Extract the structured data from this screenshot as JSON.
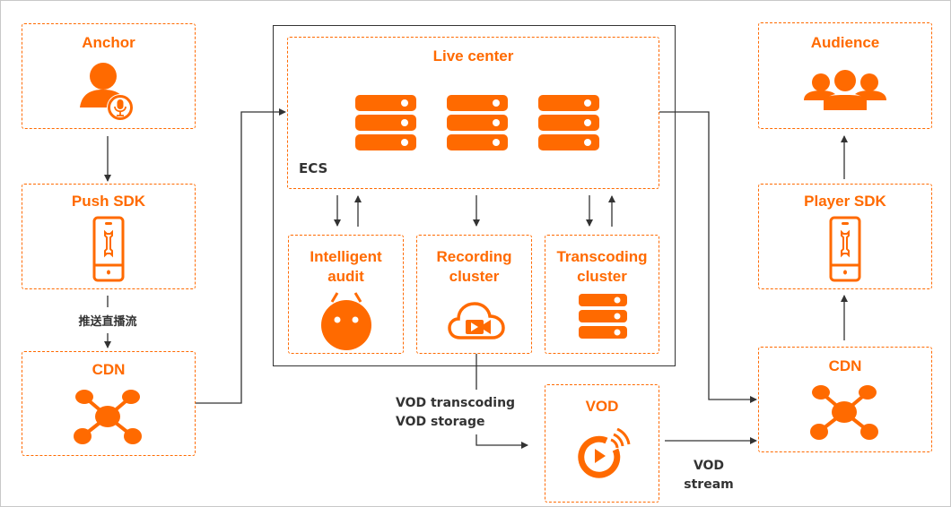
{
  "diagram": {
    "nodes": {
      "anchor": {
        "label": "Anchor",
        "icon": "anchor-user-mic-icon"
      },
      "push_sdk": {
        "label": "Push SDK",
        "icon": "mobile-wrench-icon"
      },
      "cdn_left": {
        "label": "CDN",
        "icon": "network-hub-icon"
      },
      "live_center": {
        "label": "Live center",
        "sublabel": "ECS",
        "icon": "server-icon"
      },
      "intelligent_audit": {
        "label": "Intelligent audit",
        "line1": "Intelligent",
        "line2": "audit",
        "icon": "android-robot-icon"
      },
      "recording_cluster": {
        "label": "Recording cluster",
        "line1": "Recording",
        "line2": "cluster",
        "icon": "cloud-video-icon"
      },
      "transcoding_cluster": {
        "label": "Transcoding cluster",
        "line1": "Transcoding",
        "line2": "cluster",
        "icon": "server-icon"
      },
      "vod": {
        "label": "VOD",
        "icon": "vod-play-broadcast-icon"
      },
      "audience": {
        "label": "Audience",
        "icon": "users-group-icon"
      },
      "player_sdk": {
        "label": "Player SDK",
        "icon": "mobile-wrench-icon"
      },
      "cdn_right": {
        "label": "CDN",
        "icon": "network-hub-icon"
      }
    },
    "edge_labels": {
      "push_stream": "推送直播流",
      "vod_transcoding": "VOD transcoding",
      "vod_storage": "VOD storage",
      "vod_stream_1": "VOD",
      "vod_stream_2": "stream"
    },
    "edges": [
      {
        "from": "anchor",
        "to": "push_sdk"
      },
      {
        "from": "push_sdk",
        "to": "cdn_left",
        "label": "推送直播流"
      },
      {
        "from": "cdn_left",
        "to": "live_center"
      },
      {
        "from": "live_center",
        "to": "intelligent_audit"
      },
      {
        "from": "intelligent_audit",
        "to": "live_center"
      },
      {
        "from": "live_center",
        "to": "recording_cluster"
      },
      {
        "from": "live_center",
        "to": "transcoding_cluster"
      },
      {
        "from": "transcoding_cluster",
        "to": "live_center"
      },
      {
        "from": "recording_cluster",
        "to": "vod",
        "label": "VOD transcoding / VOD storage"
      },
      {
        "from": "live_center",
        "to": "cdn_right"
      },
      {
        "from": "vod",
        "to": "cdn_right",
        "label": "VOD stream"
      },
      {
        "from": "cdn_right",
        "to": "player_sdk"
      },
      {
        "from": "player_sdk",
        "to": "audience"
      }
    ],
    "colors": {
      "accent": "#ff6a00",
      "line": "#333333"
    }
  }
}
